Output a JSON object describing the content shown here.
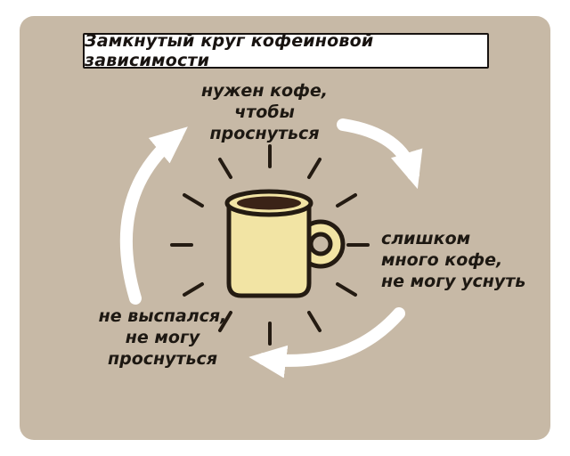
{
  "title": "Замкнутый круг кофеиновой зависимости",
  "cycle": {
    "top": {
      "lines": [
        "нужен кофе,",
        "чтобы",
        "проснуться"
      ]
    },
    "right": {
      "lines": [
        "слишком",
        "много кофе,",
        "не могу уснуть"
      ]
    },
    "bottom_left": {
      "lines": [
        "не выспался,",
        "не могу",
        "проснуться"
      ]
    }
  },
  "colors": {
    "background": "#c7b9a6",
    "frame": "#ffffff",
    "ink": "#1d1812",
    "arrow": "#ffffff",
    "mug_fill": "#f2e4a4",
    "coffee": "#3a2317"
  }
}
